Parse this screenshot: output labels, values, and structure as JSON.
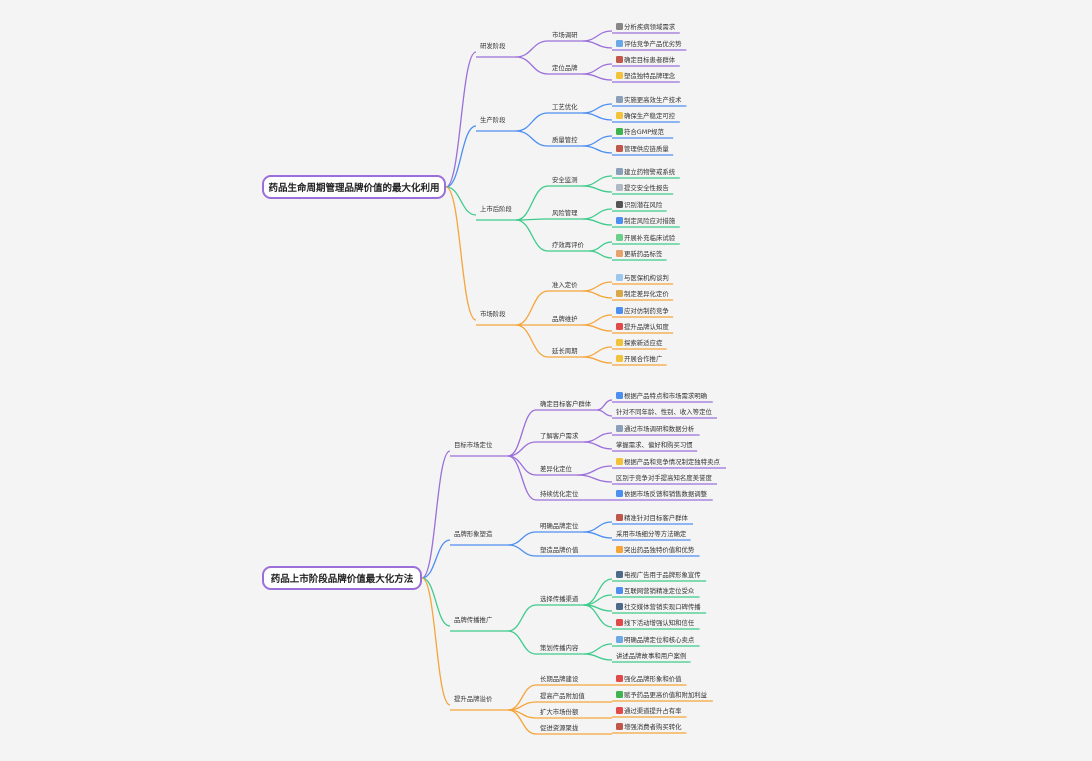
{
  "colors": {
    "purple": "#9b6fd9",
    "blue": "#4d8ff0",
    "green": "#3ecb8b",
    "orange": "#f5a53a"
  },
  "map1": {
    "root": "药品生命周期管理品牌价值的最大化利用",
    "branches": [
      {
        "label": "研发阶段",
        "color": "purple",
        "children": [
          {
            "label": "市场调研",
            "leaves": [
              {
                "text": "分析疾病领域需求",
                "icon": "dots-icon",
                "glyph": "•••",
                "icolor": "#888"
              },
              {
                "text": "评估竞争产品优劣势",
                "icon": "magnifier-icon",
                "glyph": "🔍",
                "icolor": "#6aa8e8"
              }
            ]
          },
          {
            "label": "定位品牌",
            "leaves": [
              {
                "text": "确定目标患者群体",
                "icon": "people-icon",
                "glyph": "👥",
                "icolor": "#c0574a"
              },
              {
                "text": "塑造独特品牌理念",
                "icon": "bulb-icon",
                "glyph": "💡",
                "icolor": "#f2c33a"
              }
            ]
          }
        ]
      },
      {
        "label": "生产阶段",
        "color": "blue",
        "children": [
          {
            "label": "工艺优化",
            "leaves": [
              {
                "text": "实施更高效生产技术",
                "icon": "chart-icon",
                "glyph": "📈",
                "icolor": "#8aa0b8"
              },
              {
                "text": "确保生产稳定可控",
                "icon": "hand-icon",
                "glyph": "👌",
                "icolor": "#f2c33a"
              }
            ]
          },
          {
            "label": "质量管控",
            "leaves": [
              {
                "text": "符合GMP规范",
                "icon": "check-icon",
                "glyph": "✅",
                "icolor": "#3fb34f"
              },
              {
                "text": "管理供应链质量",
                "icon": "chain-icon",
                "glyph": "⛓",
                "icolor": "#c0574a"
              }
            ]
          }
        ]
      },
      {
        "label": "上市后阶段",
        "color": "green",
        "children": [
          {
            "label": "安全监测",
            "leaves": [
              {
                "text": "建立药物警戒系统",
                "icon": "table-icon",
                "glyph": "▦",
                "icolor": "#8aa0b8"
              },
              {
                "text": "提交安全性报告",
                "icon": "report-icon",
                "glyph": "▤",
                "icolor": "#b0b8c4"
              }
            ]
          },
          {
            "label": "风险管理",
            "leaves": [
              {
                "text": "识别潜在风险",
                "icon": "person-icon",
                "glyph": "👤",
                "icolor": "#555"
              },
              {
                "text": "制定风险应对措施",
                "icon": "shield-icon",
                "glyph": "🛡",
                "icolor": "#4d8ff0"
              }
            ]
          },
          {
            "label": "疗效再评价",
            "leaves": [
              {
                "text": "开展补充临床试验",
                "icon": "syringe-icon",
                "glyph": "💉",
                "icolor": "#6ccf8a"
              },
              {
                "text": "更新药品标签",
                "icon": "label-icon",
                "glyph": "🏷",
                "icolor": "#e8a26a"
              }
            ]
          }
        ]
      },
      {
        "label": "市场阶段",
        "color": "orange",
        "children": [
          {
            "label": "准入定价",
            "leaves": [
              {
                "text": "与医保机构谈判",
                "icon": "cloud-icon",
                "glyph": "☁",
                "icolor": "#9ac8ef"
              },
              {
                "text": "制定差异化定价",
                "icon": "money-icon",
                "glyph": "💰",
                "icolor": "#d8a84a"
              }
            ]
          },
          {
            "label": "品牌维护",
            "leaves": [
              {
                "text": "应对仿制药竞争",
                "icon": "shield-icon",
                "glyph": "🛡",
                "icolor": "#4d8ff0"
              },
              {
                "text": "提升品牌认知度",
                "icon": "pin-icon",
                "glyph": "📍",
                "icolor": "#e24a4a"
              }
            ]
          },
          {
            "label": "延长周期",
            "leaves": [
              {
                "text": "探索新适应症",
                "icon": "bulb-icon",
                "glyph": "💡",
                "icolor": "#f2c33a"
              },
              {
                "text": "开展合作推广",
                "icon": "handshake-icon",
                "glyph": "🤝",
                "icolor": "#f2c33a"
              }
            ]
          }
        ]
      }
    ]
  },
  "map2": {
    "root": "药品上市阶段品牌价值最大化方法",
    "branches": [
      {
        "label": "目标市场定位",
        "color": "purple",
        "children": [
          {
            "label": "确定目标客户群体",
            "leaves": [
              {
                "text": "根据产品特点和市场需求明确",
                "icon": "people-icon",
                "glyph": "👥",
                "icolor": "#4d8ff0"
              },
              {
                "text": "针对不同年龄、性别、收入等定位",
                "icon": "",
                "glyph": "",
                "icolor": ""
              }
            ]
          },
          {
            "label": "了解客户需求",
            "leaves": [
              {
                "text": "通过市场调研和数据分析",
                "icon": "chart-icon",
                "glyph": "📊",
                "icolor": "#8aa0b8"
              },
              {
                "text": "掌握需求、偏好和购买习惯",
                "icon": "",
                "glyph": "",
                "icolor": ""
              }
            ]
          },
          {
            "label": "差异化定位",
            "leaves": [
              {
                "text": "根据产品和竞争情况制定独特卖点",
                "icon": "bulb-icon",
                "glyph": "💡",
                "icolor": "#f2c33a"
              },
              {
                "text": "区别于竞争对手提高知名度美誉度",
                "icon": "",
                "glyph": "",
                "icolor": ""
              }
            ]
          },
          {
            "label": "持续优化定位",
            "leaves": [
              {
                "text": "依据市场反馈和销售数据调整",
                "icon": "cycle-icon",
                "glyph": "🔄",
                "icolor": "#4d8ff0"
              }
            ]
          }
        ]
      },
      {
        "label": "品牌形象塑造",
        "color": "blue",
        "children": [
          {
            "label": "明确品牌定位",
            "leaves": [
              {
                "text": "精准针对目标客户群体",
                "icon": "people-icon",
                "glyph": "👥",
                "icolor": "#c0574a"
              },
              {
                "text": "采用市场细分等方法确定",
                "icon": "",
                "glyph": "",
                "icolor": ""
              }
            ]
          },
          {
            "label": "塑造品牌价值",
            "leaves": [
              {
                "text": "突出药品独特价值和优势",
                "icon": "star-icon",
                "glyph": "🌟",
                "icolor": "#f5a53a"
              }
            ]
          }
        ]
      },
      {
        "label": "品牌传播推广",
        "color": "green",
        "children": [
          {
            "label": "选择传播渠道",
            "leaves": [
              {
                "text": "电视广告用于品牌形象宣传",
                "icon": "tv-icon",
                "glyph": "📺",
                "icolor": "#4d6a8a"
              },
              {
                "text": "互联网营销精准定位受众",
                "icon": "globe-icon",
                "glyph": "🌐",
                "icolor": "#4d8ff0"
              },
              {
                "text": "社交媒体营销实现口碑传播",
                "icon": "phone-icon",
                "glyph": "📱",
                "icolor": "#4d6a8a"
              },
              {
                "text": "线下活动增强认知和信任",
                "icon": "pin-icon",
                "glyph": "📍",
                "icolor": "#e24a4a"
              }
            ]
          },
          {
            "label": "策划传播内容",
            "leaves": [
              {
                "text": "明确品牌定位和核心卖点",
                "icon": "magnifier-icon",
                "glyph": "🔍",
                "icolor": "#6aa8e8"
              },
              {
                "text": "讲述品牌故事和用户案例",
                "icon": "",
                "glyph": "",
                "icolor": ""
              }
            ]
          }
        ]
      },
      {
        "label": "提升品牌溢价",
        "color": "orange",
        "children": [
          {
            "label": "长期品牌建设",
            "leaves": [
              {
                "text": "强化品牌形象和价值",
                "icon": "flag-icon",
                "glyph": "🚩",
                "icolor": "#e24a4a"
              }
            ]
          },
          {
            "label": "提高产品附加值",
            "leaves": [
              {
                "text": "赋予药品更高价值和附加利益",
                "icon": "check-icon",
                "glyph": "✅",
                "icolor": "#3fb34f"
              }
            ]
          },
          {
            "label": "扩大市场份额",
            "leaves": [
              {
                "text": "通过渠道提升占有率",
                "icon": "chart-icon",
                "glyph": "📈",
                "icolor": "#e24a4a"
              }
            ]
          },
          {
            "label": "促进资源聚拢",
            "leaves": [
              {
                "text": "增强消费者购买转化",
                "icon": "people-icon",
                "glyph": "👥",
                "icolor": "#c0574a"
              }
            ]
          }
        ]
      }
    ]
  }
}
